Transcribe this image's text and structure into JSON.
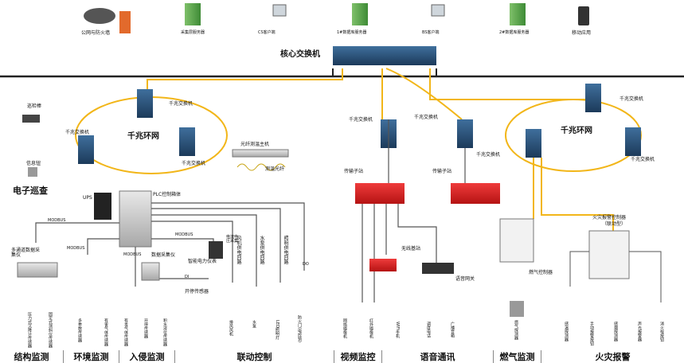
{
  "top_nodes": {
    "firewall": "公网与防火墙",
    "acq_server": "采集层服务器",
    "cs_client": "CS客户端",
    "db1": "1#数据库服务器",
    "bs_client": "BS客户端",
    "db2": "2#数据库服务器",
    "mobile": "移动应用"
  },
  "core_switch": "核心交换机",
  "ring_left": {
    "title": "千兆环网",
    "sw_top": "千兆交换机",
    "sw_left": "千兆交换机",
    "sw_right": "千兆交换机"
  },
  "ring_right": {
    "title": "千兆环网",
    "sw_top": "千兆交换机",
    "sw_left": "千兆交换机",
    "sw_right": "千兆交换机"
  },
  "fiber": {
    "host": "光纤测温主机",
    "fiber": "测温光纤"
  },
  "patrol": {
    "stick": "巡检棒",
    "button": "信息钮",
    "title": "电子巡查"
  },
  "plc": {
    "ups": "UPS",
    "cabinet": "PLC控制箱体",
    "modbus1": "MODBUS",
    "modbus2": "MODBUS",
    "modbus3": "MODBUS",
    "modbus4": "MODBUS",
    "di": "DI",
    "do": "DO"
  },
  "collectors": {
    "multi": "多通道数据采集仪",
    "data": "数据采集仪",
    "meter": "智能电力仪表",
    "meter_top": "电流电压采集",
    "switch_sensor": "开停传感器"
  },
  "circuits": [
    "风机供电回路",
    "水泵供电回路",
    "照明供电回路"
  ],
  "bottom_devices": {
    "d1": "压力式沉降计传感器",
    "d2": "固定式测斜仪传感器",
    "d3": "多参数传感器",
    "d4": "有害气体传感器",
    "d5": "有毒气体传感器",
    "d6": "开停传感器",
    "d7": "积水液位传感器",
    "d8": "排风风机",
    "d9": "水泵",
    "d10": "LED照明灯",
    "d11": "防火门(电控锁)",
    "d12": "网络摄像机",
    "d13": "红外摄像机",
    "d14": "WIFI手机",
    "d15": "调度电话",
    "d16": "广播音箱",
    "d17": "燃气探测器",
    "d18": "感温探测器",
    "d19": "手动报警按钮",
    "d20": "感烟探测器",
    "d21": "声光报警器",
    "d22": "消火栓按钮"
  },
  "stations": {
    "left": "传输子站",
    "right": "传输子站"
  },
  "voice": {
    "ap": "无线基站",
    "gateway": "语音网关"
  },
  "gas": {
    "controller": "燃气控制器"
  },
  "fire": {
    "controller": "火灾报警控制器\n（联动型）",
    "c1": "火灾报警控制器",
    "c2": "（联动型）"
  },
  "categories": [
    "结构监测",
    "环境监测",
    "入侵监测",
    "联动控制",
    "视频监控",
    "语音通讯",
    "燃气监测",
    "火灾报警"
  ],
  "colors": {
    "ring": "#f2b619",
    "red_device": "#d81e1e",
    "cable": "#555555",
    "switch": "#2a4f6e"
  }
}
